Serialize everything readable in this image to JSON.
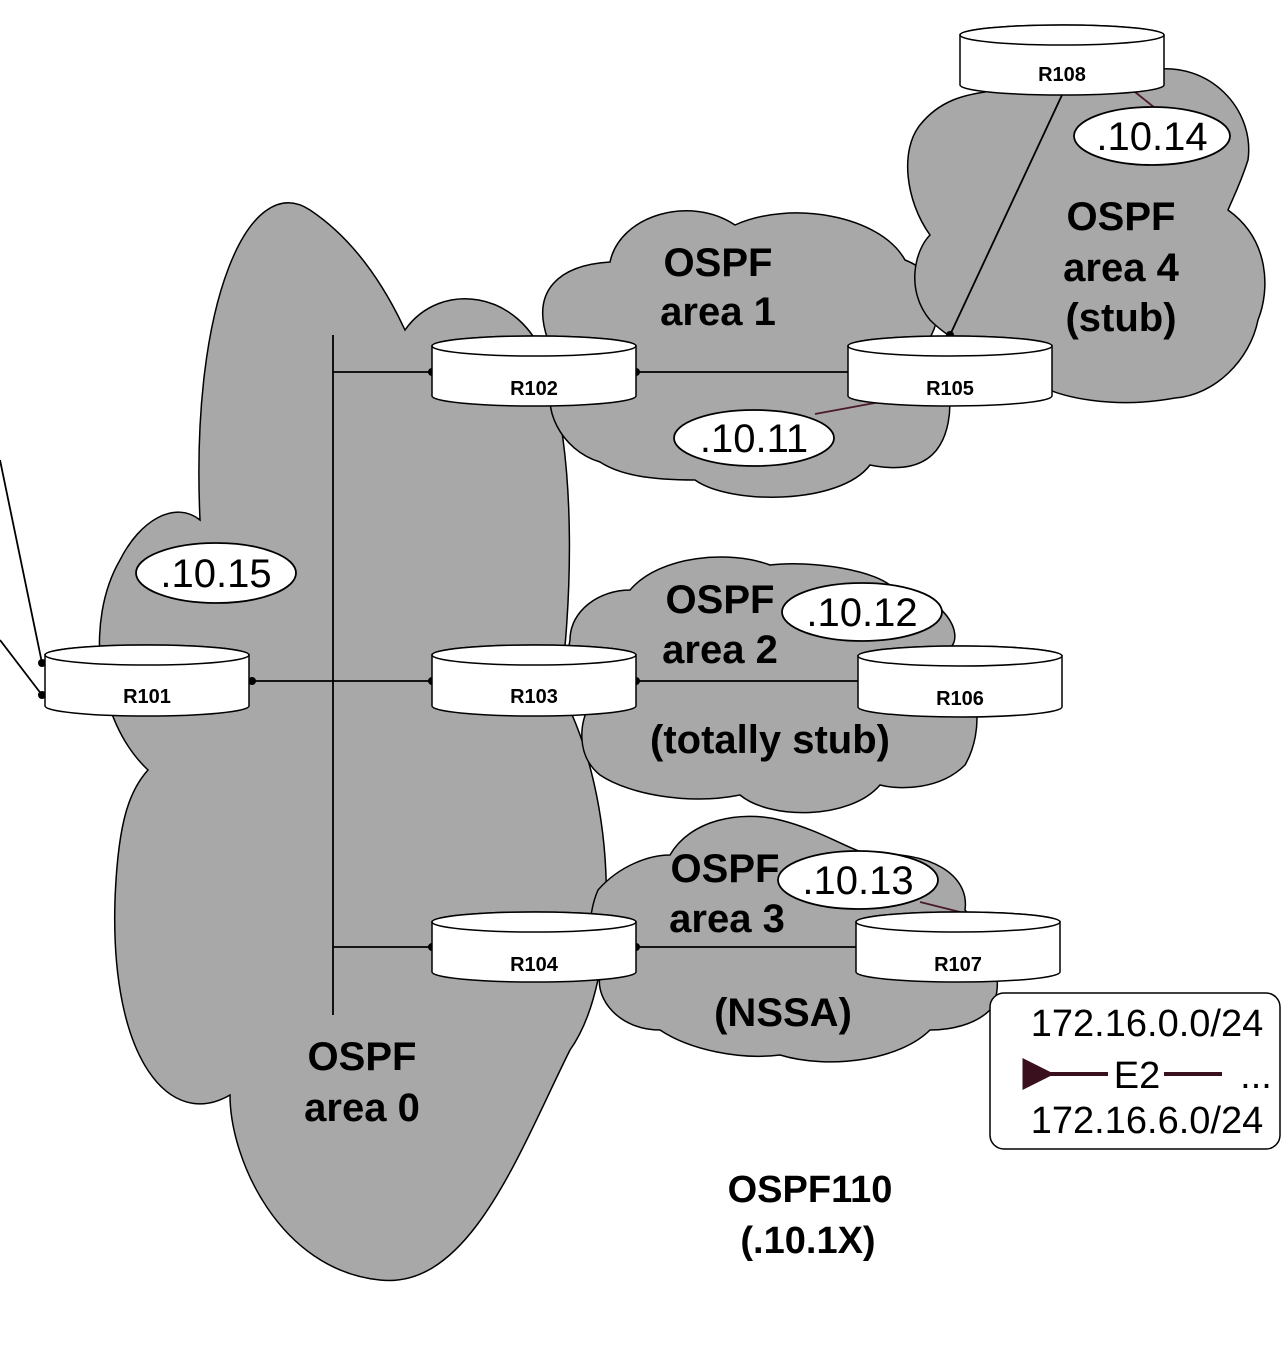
{
  "areas": {
    "area0": [
      "OSPF",
      "area 0"
    ],
    "area1": [
      "OSPF",
      "area 1"
    ],
    "area2": [
      "OSPF",
      "area 2",
      "(totally stub)"
    ],
    "area3": [
      "OSPF",
      "area 3",
      "(NSSA)"
    ],
    "area4": [
      "OSPF",
      "area 4",
      "(stub)"
    ]
  },
  "routers": {
    "r101": "R101",
    "r102": "R102",
    "r103": "R103",
    "r104": "R104",
    "r105": "R105",
    "r106": "R106",
    "r107": "R107",
    "r108": "R108"
  },
  "networks": {
    "n15": ".10.15",
    "n11": ".10.11",
    "n12": ".10.12",
    "n13": ".10.13",
    "n14": ".10.14"
  },
  "external": {
    "first": "172.16.0.0/24",
    "type": "E2",
    "ellipsis": "...",
    "last": "172.16.6.0/24"
  },
  "footer": [
    "OSPF110",
    "(.10.1X)"
  ],
  "colors": {
    "cloud_fill": "#a8a8a8",
    "mgmt_line": "#4a1a28",
    "arrow": "#3a0f1e"
  }
}
